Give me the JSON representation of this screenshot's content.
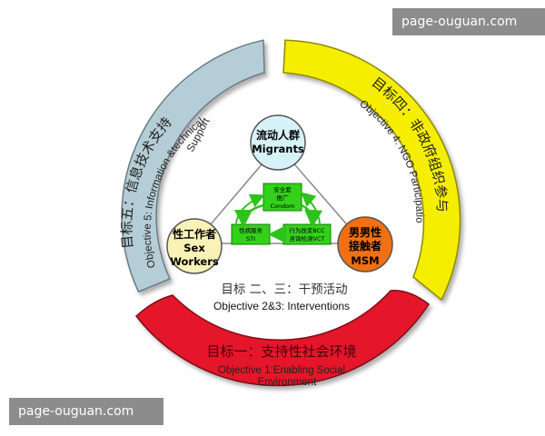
{
  "colors": {
    "seg_objective5": "#b5cdd6",
    "seg_objective4": "#f5ee00",
    "seg_objective1": "#e5152b",
    "node_migrants": "#d6f2f8",
    "node_sex_workers": "#f8f2b6",
    "node_msm": "#f26f12",
    "box_green": "#33d11a",
    "arrow_green": "#2ec21c"
  },
  "segments": {
    "objective5": {
      "label_cn": "目标五：信息技术支持",
      "label_en_1": "Objective 5: Information &technical",
      "label_en_2": "Support"
    },
    "objective4": {
      "label_cn": "目标四：非政府组织参与",
      "label_en": "Objective 4: NGO Participation"
    },
    "objective1": {
      "label_cn": "目标一：支持性社会环境",
      "label_en_1": "Objective 1:Enabling Social",
      "label_en_2": "Environment"
    }
  },
  "center": {
    "label_cn": "目标 二、三：干预活动",
    "label_en": "Objective 2&3: Interventions"
  },
  "nodes": {
    "migrants": {
      "cn": "流动人群",
      "en": "Migrants",
      "icon": "circle-node"
    },
    "sex_workers": {
      "cn": "性工作者",
      "en_1": "Sex",
      "en_2": "Workers",
      "icon": "circle-node"
    },
    "msm": {
      "cn_1": "男男性",
      "cn_2": "接触者",
      "en": "MSM",
      "icon": "circle-node"
    }
  },
  "boxes": {
    "condom": {
      "line1": "安全套",
      "line2": "推广",
      "line3": "Condom"
    },
    "sti": {
      "line1": "性病服务",
      "line2": "STI"
    },
    "bcc_vct": {
      "line1": "行为改变BCC",
      "line2": "咨询检测VCT"
    }
  },
  "watermarks": {
    "top": "page-ouguan.com",
    "bottom": "page-ouguan.com"
  }
}
